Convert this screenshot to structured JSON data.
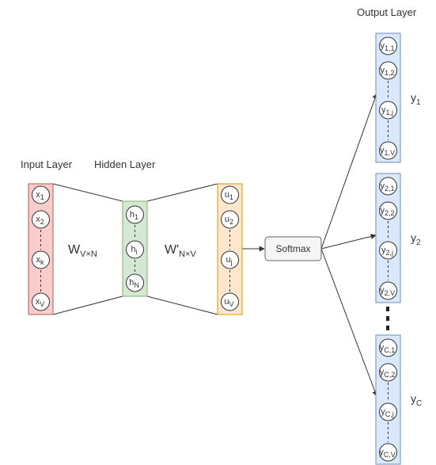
{
  "labels": {
    "input_layer": "Input Layer",
    "hidden_layer": "Hidden Layer",
    "output_layer": "Output Layer",
    "softmax": "Softmax"
  },
  "weights": {
    "w1": {
      "base": "W",
      "sub": "V×N"
    },
    "w2": {
      "base": "W'",
      "sub": "N×V"
    }
  },
  "input_nodes": [
    {
      "base": "x",
      "sub": "1"
    },
    {
      "base": "x",
      "sub": "2"
    },
    {
      "base": "x",
      "sub": "k"
    },
    {
      "base": "x",
      "sub": "V"
    }
  ],
  "hidden_nodes": [
    {
      "base": "h",
      "sub": "1"
    },
    {
      "base": "h",
      "sub": "i"
    },
    {
      "base": "h",
      "sub": "N"
    }
  ],
  "u_nodes": [
    {
      "base": "u",
      "sub": "1"
    },
    {
      "base": "u",
      "sub": "2"
    },
    {
      "base": "u",
      "sub": "j"
    },
    {
      "base": "u",
      "sub": "V"
    }
  ],
  "outputs": [
    {
      "label": {
        "base": "y",
        "sub": "1"
      },
      "nodes": [
        {
          "base": "y",
          "sub": "1,1"
        },
        {
          "base": "y",
          "sub": "1,2"
        },
        {
          "base": "y",
          "sub": "1,j"
        },
        {
          "base": "y",
          "sub": "1,V"
        }
      ]
    },
    {
      "label": {
        "base": "y",
        "sub": "2"
      },
      "nodes": [
        {
          "base": "y",
          "sub": "2,1"
        },
        {
          "base": "y",
          "sub": "2,2"
        },
        {
          "base": "y",
          "sub": "2,j"
        },
        {
          "base": "y",
          "sub": "2,V"
        }
      ]
    },
    {
      "label": {
        "base": "y",
        "sub": "C"
      },
      "nodes": [
        {
          "base": "y",
          "sub": "C,1"
        },
        {
          "base": "y",
          "sub": "C,2"
        },
        {
          "base": "y",
          "sub": "C,j"
        },
        {
          "base": "y",
          "sub": "C,V"
        }
      ]
    }
  ],
  "colors": {
    "input_fill": "#f8cecc",
    "input_stroke": "#b85450",
    "hidden_fill": "#d5e8d4",
    "hidden_stroke": "#82b366",
    "u_fill": "#ffe6cc",
    "u_stroke": "#d79b00",
    "output_fill": "#dae8fc",
    "output_stroke": "#6c8ebf",
    "softmax_fill": "#f5f5f5",
    "softmax_stroke": "#666666",
    "line": "#333333"
  }
}
